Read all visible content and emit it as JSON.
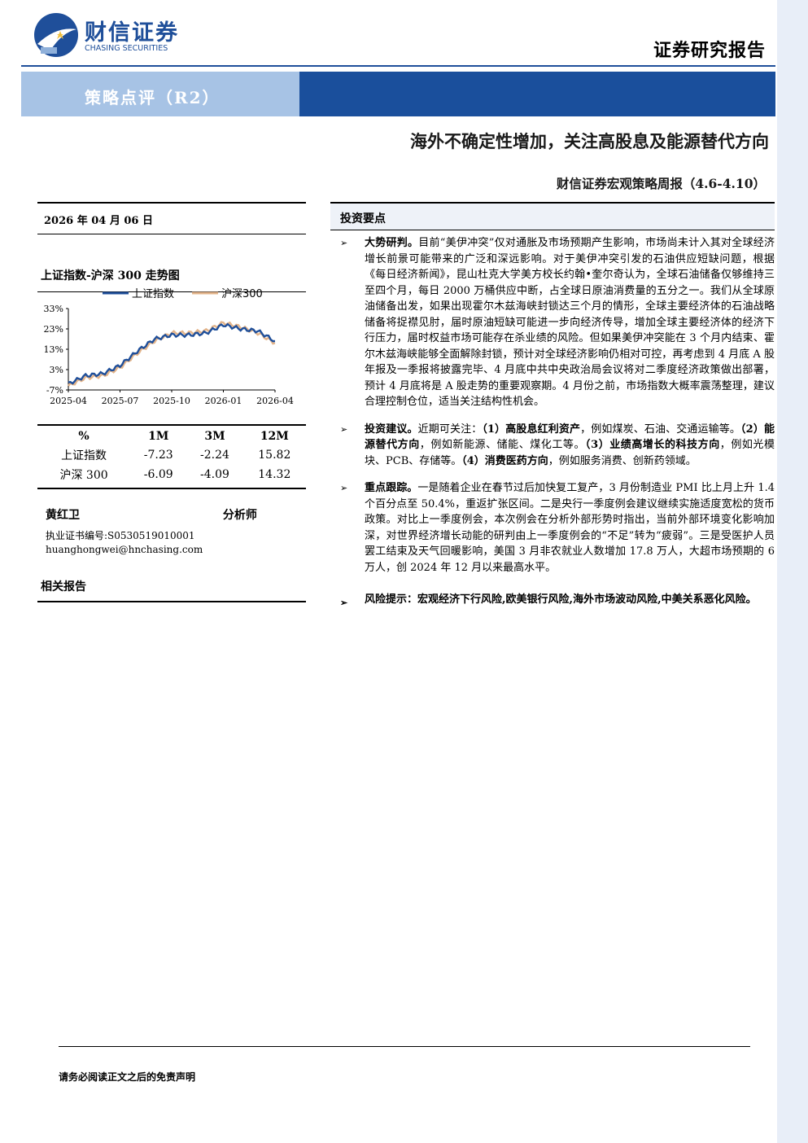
{
  "brand": {
    "name_cn": "财信证券",
    "name_en": "CHASING SECURITIES"
  },
  "report_type": "证券研究报告",
  "banner": "策略点评（R2）",
  "title": "海外不确定性增加，关注高股息及能源替代方向",
  "subtitle": "财信证券宏观策略周报（4.6-4.10）",
  "date": "2026 年 04 月 06 日",
  "chart_label": "上证指数-沪深 300 走势图",
  "chart_data": {
    "type": "line",
    "x": [
      "2025-04",
      "2025-05",
      "2025-06",
      "2025-07",
      "2025-08",
      "2025-09",
      "2025-10",
      "2025-11",
      "2025-12",
      "2026-01",
      "2026-02",
      "2026-03",
      "2026-04"
    ],
    "xticks": [
      "2025-04",
      "2025-07",
      "2025-10",
      "2026-01",
      "2026-04"
    ],
    "yticks": [
      "33%",
      "23%",
      "13%",
      "3%",
      "-7%"
    ],
    "ylim": [
      -7,
      33
    ],
    "series": [
      {
        "name": "上证指数",
        "color": "#1f4f9a",
        "values": [
          -4,
          0,
          1,
          5,
          12,
          18,
          20,
          20,
          21,
          25,
          23,
          22,
          17
        ]
      },
      {
        "name": "沪深300",
        "color": "#e3b48a",
        "values": [
          -5,
          -1,
          0,
          4,
          11,
          17,
          21,
          21,
          22,
          26,
          24,
          21,
          16
        ]
      }
    ],
    "legend": "top"
  },
  "perf_table": {
    "headers": [
      "%",
      "1M",
      "3M",
      "12M"
    ],
    "rows": [
      [
        "上证指数",
        "-7.23",
        "-2.24",
        "15.82"
      ],
      [
        "沪深 300",
        "-6.09",
        "-4.09",
        "14.32"
      ]
    ]
  },
  "author": {
    "name": "黄红卫",
    "role": "分析师",
    "cert": "执业证书编号:S0530519010001",
    "email": "huanghongwei@hnchasing.com"
  },
  "related_label": "相关报告",
  "invest_head": "投资要点",
  "bullets": [
    {
      "lead": "大势研判。",
      "text": "目前“美伊冲突”仅对通胀及市场预期产生影响，市场尚未计入其对全球经济增长前景可能带来的广泛和深远影响。对于美伊冲突引发的石油供应短缺问题，根据《每日经济新闻》，昆山杜克大学美方校长约翰•奎尔奇认为，全球石油储备仅够维持三至四个月，每日 2000 万桶供应中断，占全球日原油消费量的五分之一。我们从全球原油储备出发，如果出现霍尔木兹海峡封锁达三个月的情形，全球主要经济体的石油战略储备将捉襟见肘，届时原油短缺可能进一步向经济传导，增加全球主要经济体的经济下行压力，届时权益市场可能存在杀业绩的风险。但如果美伊冲突能在 3 个月内结束、霍尔木兹海峡能够全面解除封锁，预计对全球经济影响仍相对可控，再考虑到 4 月底 A 股年报及一季报将披露完毕、4 月底中共中央政治局会议将对二季度经济政策做出部署，预计 4 月底将是 A 股走势的重要观察期。4 月份之前，市场指数大概率震荡整理，建议合理控制仓位，适当关注结构性机会。"
    },
    {
      "lead": "投资建议。",
      "html": "近期可关注：<b>（1）高股息红利资产</b>，例如煤炭、石油、交通运输等。<b>（2）能源替代方向</b>，例如新能源、储能、煤化工等。<b>（3）业绩高增长的科技方向</b>，例如光模块、PCB、存储等。<b>（4）消费医药方向</b>，例如服务消费、创新药领域。"
    },
    {
      "lead": "重点跟踪。",
      "text": "一是随着企业在春节过后加快复工复产，3 月份制造业 PMI 比上月上升 1.4 个百分点至 50.4%，重返扩张区间。二是央行一季度例会建议继续实施适度宽松的货币政策。对比上一季度例会，本次例会在分析外部形势时指出，当前外部环境变化影响加深，对世界经济增长动能的研判由上一季度例会的“不足”转为“疲弱”。三是受医护人员罢工结束及天气回暖影响，美国 3 月非农就业人数增加 17.8 万人，大超市场预期的 6 万人，创 2024 年 12 月以来最高水平。"
    },
    {
      "lead": "风险提示：",
      "text": "宏观经济下行风险,欧美银行风险,海外市场波动风险,中美关系恶化风险。"
    }
  ],
  "footer": "请务必阅读正文之后的免责声明"
}
